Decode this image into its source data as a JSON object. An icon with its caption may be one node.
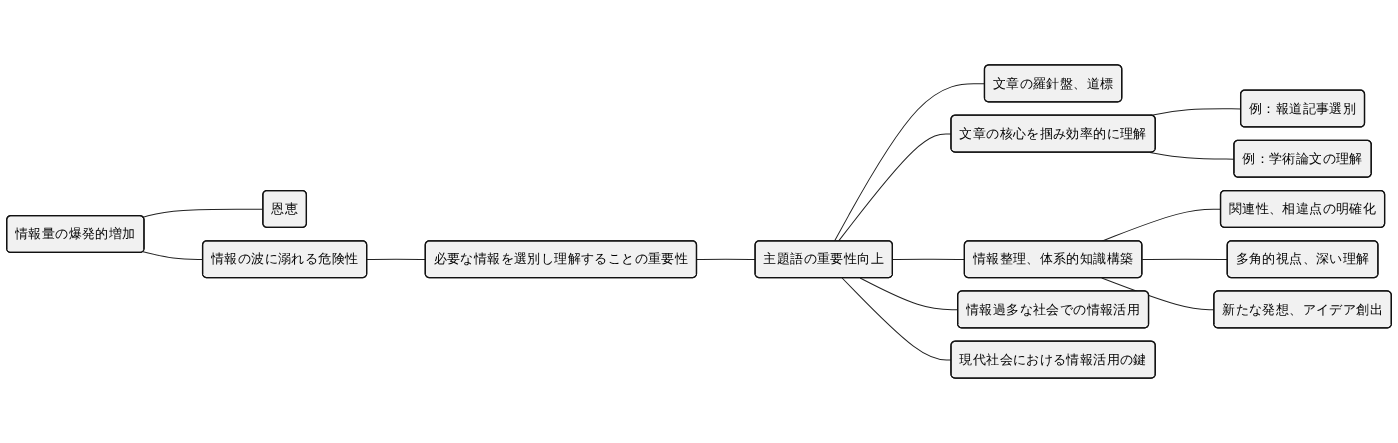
{
  "diagram": {
    "nodes": [
      {
        "text": [
          "情報量の爆発的増加"
        ]
      },
      {
        "text": [
          "恩恵"
        ]
      },
      {
        "text": [
          "情報の波に溺れる危険性"
        ]
      },
      {
        "text": [
          "必要な情報を選別し理解することの重要性"
        ]
      },
      {
        "text": [
          "主題語の重要性向上"
        ]
      },
      {
        "text": [
          "文章の羅針盤、道標"
        ]
      },
      {
        "text": [
          "文章の核心を掴み効率的に理解"
        ]
      },
      {
        "text": [
          "例：報道記事選別"
        ]
      },
      {
        "text": [
          "例：学術論文の理解"
        ]
      },
      {
        "text": [
          "情報整理、体系的知識構築"
        ]
      },
      {
        "text": [
          "関連性、相違点の明確化"
        ]
      },
      {
        "text": [
          "多角的視点、深い理解"
        ]
      },
      {
        "text": [
          "新たな発想、アイデア創出"
        ]
      },
      {
        "text": [
          "情報過多な社会での情報活用"
        ]
      },
      {
        "text": [
          "現代社会における情報活用の鍵"
        ]
      }
    ],
    "edges": [
      {
        "from": 0,
        "to": 1,
        "arrow": "none"
      },
      {
        "from": 0,
        "to": 2,
        "arrow": "none"
      },
      {
        "from": 2,
        "to": 3,
        "arrow": "none"
      },
      {
        "from": 3,
        "to": 4,
        "arrow": "none"
      },
      {
        "from": 4,
        "to": 5,
        "arrow": "none"
      },
      {
        "from": 4,
        "to": 6,
        "arrow": "none"
      },
      {
        "from": 6,
        "to": 7,
        "arrow": "none"
      },
      {
        "from": 6,
        "to": 8,
        "arrow": "none"
      },
      {
        "from": 4,
        "to": 9,
        "arrow": "none"
      },
      {
        "from": 9,
        "to": 10,
        "arrow": "none"
      },
      {
        "from": 9,
        "to": 11,
        "arrow": "none"
      },
      {
        "from": 9,
        "to": 12,
        "arrow": "none"
      },
      {
        "from": 4,
        "to": 13,
        "arrow": "none"
      },
      {
        "from": 4,
        "to": 14,
        "arrow": "none"
      }
    ]
  }
}
